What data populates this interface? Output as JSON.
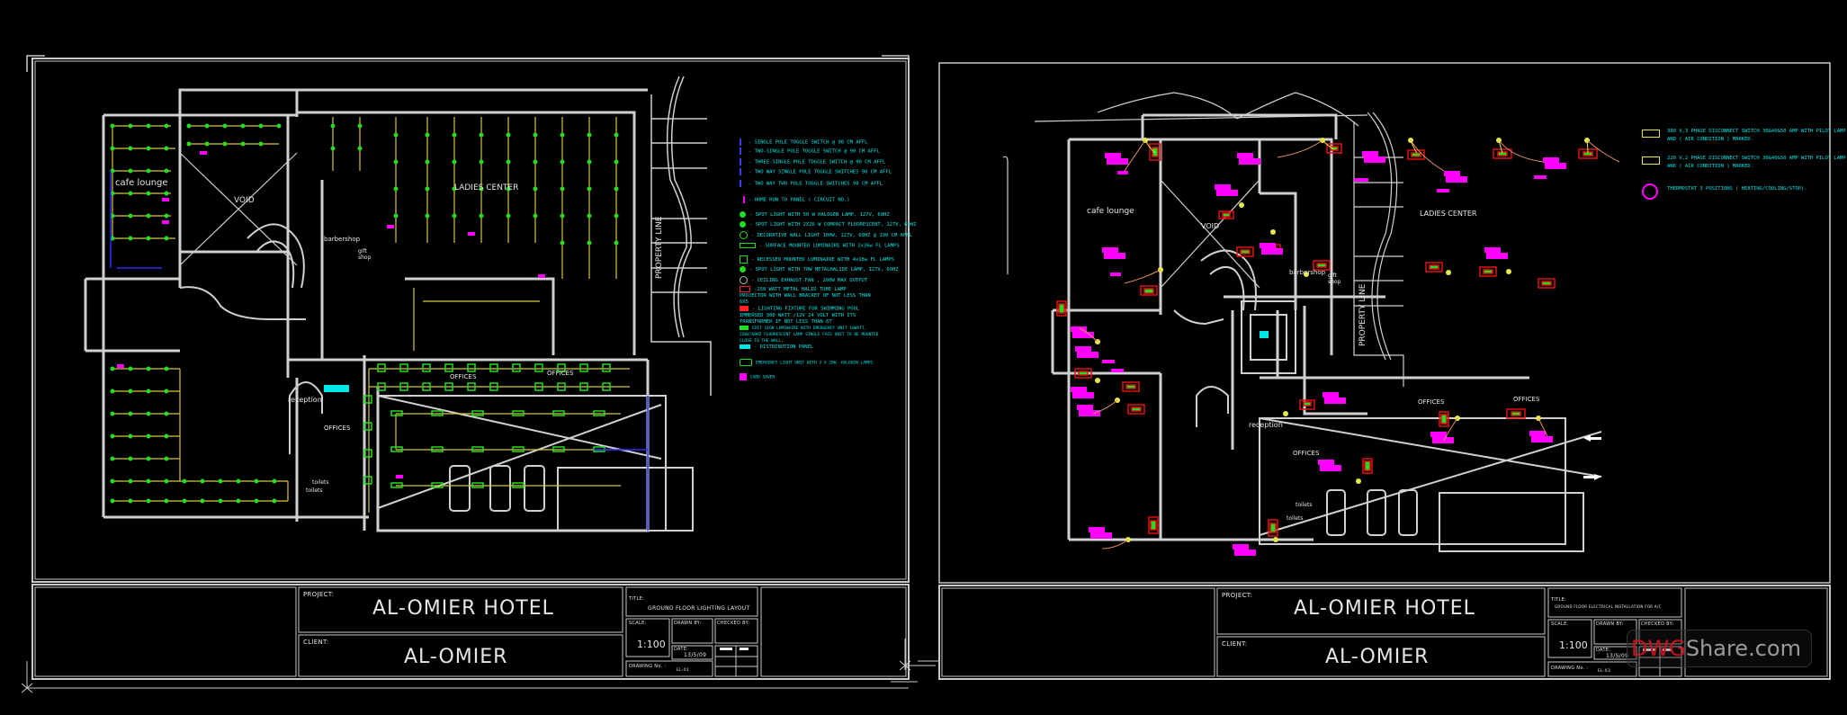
{
  "sheets": [
    {
      "id": "lighting",
      "title_block": {
        "project_label": "PROJECT:",
        "project": "AL-OMIER HOTEL",
        "client_label": "CLIENT:",
        "client": "AL-OMIER",
        "title_label": "TITLE:",
        "title": "GROUND FLOOR LIGHTING LAYOUT",
        "scale_label": "SCALE:",
        "scale": "1:100",
        "drawn_by_label": "DRAWN BY:",
        "checked_by_label": "CHECKED BY:",
        "date_label": "DATE:",
        "date": "13/5/09",
        "drawing_no_label": "DRAWING No. :",
        "drawing_no": "EL-01"
      },
      "room_labels": {
        "cafe": "cafe lounge",
        "void": "VOID",
        "ladies": "LADIES CENTER",
        "barbershop": "barbershop",
        "gift": "gift shop",
        "offices1": "OFFICES",
        "offices2": "OFFICES",
        "offices3": "OFFICES",
        "reception": "reception",
        "toilets1": "toilets",
        "toilets2": "toilets",
        "property_line": "PROPERTY LINE"
      },
      "legend": [
        {
          "icon": "single-pole-switch-icon",
          "color": "#3b3bff",
          "text": "- SINGLE POLE TOGGLE SWITCH @ 90 CM AFFL"
        },
        {
          "icon": "two-single-pole-switch-icon",
          "color": "#3b3bff",
          "text": "- TWO-SINGLE POLE TOGGLE SWITCH @ 90 CM AFFL"
        },
        {
          "icon": "three-single-pole-switch-icon",
          "color": "#3b3bff",
          "text": "- THREE-SINGLE POLE TOGGLE SWITCH @ 90 CM AFFL"
        },
        {
          "icon": "two-way-single-pole-switch-icon",
          "color": "#3b3bff",
          "text": "- TWO WAY SINGLE POLE TOGGLE SWITCHES 90 CM AFFL"
        },
        {
          "icon": "two-way-two-pole-switch-icon",
          "color": "#3b3bff",
          "text": "- TWO WAY TWO POLE TOGGLE SWITCHES 90 CM AFFL"
        },
        {
          "icon": "home-run-icon",
          "color": "#ff00ff",
          "text": "- HOME RUN TO PANEL ( CIRCUIT NO.)"
        },
        {
          "icon": "spot-light-halogen-icon",
          "color": "#22dd22",
          "text": "- SPOT LIGHT WITH 50 W HALOGEN LAMP, 127V, 60HZ"
        },
        {
          "icon": "spot-light-cfl-icon",
          "color": "#22dd22",
          "text": "- SPOT LIGHT WITH 2X26 W COMPACT FLUORESCENT, 127V, 60HZ"
        },
        {
          "icon": "decorative-wall-light-icon",
          "color": "#22dd22",
          "text": "- DECORATIVE WALL LIGHT 100W, 127V, 60HZ @ 190 CM AFFL"
        },
        {
          "icon": "surface-luminaire-icon",
          "color": "#22dd22",
          "text": "- SURFACE MOUNTED LUMINAIRE WITH 2x36w FL LAMPS"
        },
        {
          "icon": "recessed-luminaire-icon",
          "color": "#22dd22",
          "text": "- RECESSED MOUNTED LUMINAIRE WITH 4x18w FL LAMPS"
        },
        {
          "icon": "spot-light-metal-halide-icon",
          "color": "#22dd22",
          "text": "- SPOT LIGHT WITH 70W METALHALIDE LAMP, 127V, 60HZ"
        },
        {
          "icon": "exhaust-fan-icon",
          "color": "#bbbbbb",
          "text": "- CEILING EXHAUST FAN , 200W MAX OUTPUT"
        },
        {
          "icon": "metal-halide-projector-icon",
          "color": "#ff2222",
          "text": "-150 WATT METAL HALID TUBE LAMP PROJECTOR WITH WALL BRACKET OF NOT LESS THAN 6X5"
        },
        {
          "icon": "pool-fixture-icon",
          "color": "#ff2222",
          "text": "- LIGHTING FIXTURE FOR SWIMMING POOL IMMERSED 300 WATT /12V 24 VOLT WITH ITS TRANSFORMER IF NOT LESS THAN 6T"
        },
        {
          "icon": "exit-sign-icon",
          "color": "#22dd22",
          "text": "EXIT SIGN LUMINAIRE WITH EMERGENCY UNIT 10WATT, 220V/60HZ FLUORESCENT LAMP SINGLE FACE UNIT TO BE MOUNTED CLOSE TO THE WALL."
        },
        {
          "icon": "distribution-panel-icon",
          "color": "#00e5e5",
          "text": "- DISTRIBUTION PANEL"
        },
        {
          "icon": "emergency-light-icon",
          "color": "#22dd22",
          "text": "EMERGENCY LIGHT UNIT WITH 2 X 20W. HALOGEN LAMPS"
        },
        {
          "icon": "card-saver-icon",
          "color": "#ff00ff",
          "text": "CARD SAVER"
        }
      ]
    },
    {
      "id": "ac",
      "title_block": {
        "project_label": "PROJECT:",
        "project": "AL-OMIER HOTEL",
        "client_label": "CLIENT:",
        "client": "AL-OMIER",
        "title_label": "TITLE:",
        "title": "GROUND FLOOR ELECTRICAL INSTALLATION FOR A/C",
        "scale_label": "SCALE:",
        "scale": "1:100",
        "drawn_by_label": "DRAWN BY:",
        "checked_by_label": "CHECKED BY:",
        "date_label": "DATE:",
        "date": "13/5/09",
        "drawing_no_label": "DRAWING No. :",
        "drawing_no": "EL-03"
      },
      "room_labels": {
        "cafe": "cafe lounge",
        "void": "VOID",
        "ladies": "LADIES CENTER",
        "barbershop": "barbershop",
        "gift": "gift shop",
        "offices1": "OFFICES",
        "offices2": "OFFICES",
        "offices3": "OFFICES",
        "reception": "reception",
        "toilets1": "toilets",
        "toilets2": "toilets",
        "property_line": "PROPERTY LINE"
      },
      "legend": [
        {
          "icon": "three-phase-disconnect-switch-icon",
          "color": "#e8e84a",
          "text": "380 V,3 PHASE DISCONNECT SWITCH 30&40&50 AMP WITH PILOT LAMP AND ( AIR CONDITION ) MARKED."
        },
        {
          "icon": "two-phase-disconnect-switch-icon",
          "color": "#e8e84a",
          "text": "220 V,2 PHASE DISCONNECT SWITCH 30&40&50 AMP WITH PILOT LAMP AND ( AIR CONDITION ) MARKED."
        },
        {
          "icon": "thermostat-icon",
          "color": "#ff00ff",
          "text": "THERMOSTAT 3 POSITIONS ( HEATING/COOLING/STOP)."
        }
      ]
    }
  ],
  "watermark": {
    "part1": "DWG",
    "part2": "Share.com"
  },
  "colors": {
    "background": "#000000",
    "frame": "#c8c8c8",
    "wall": "#d0d0d0",
    "fixture": "#22dd22",
    "wiring": "#d8c83a",
    "switch": "#2a2aff",
    "home_run": "#ff00ff",
    "legend_text": "#00e5e5",
    "ac_unit_outline": "#e01010"
  }
}
